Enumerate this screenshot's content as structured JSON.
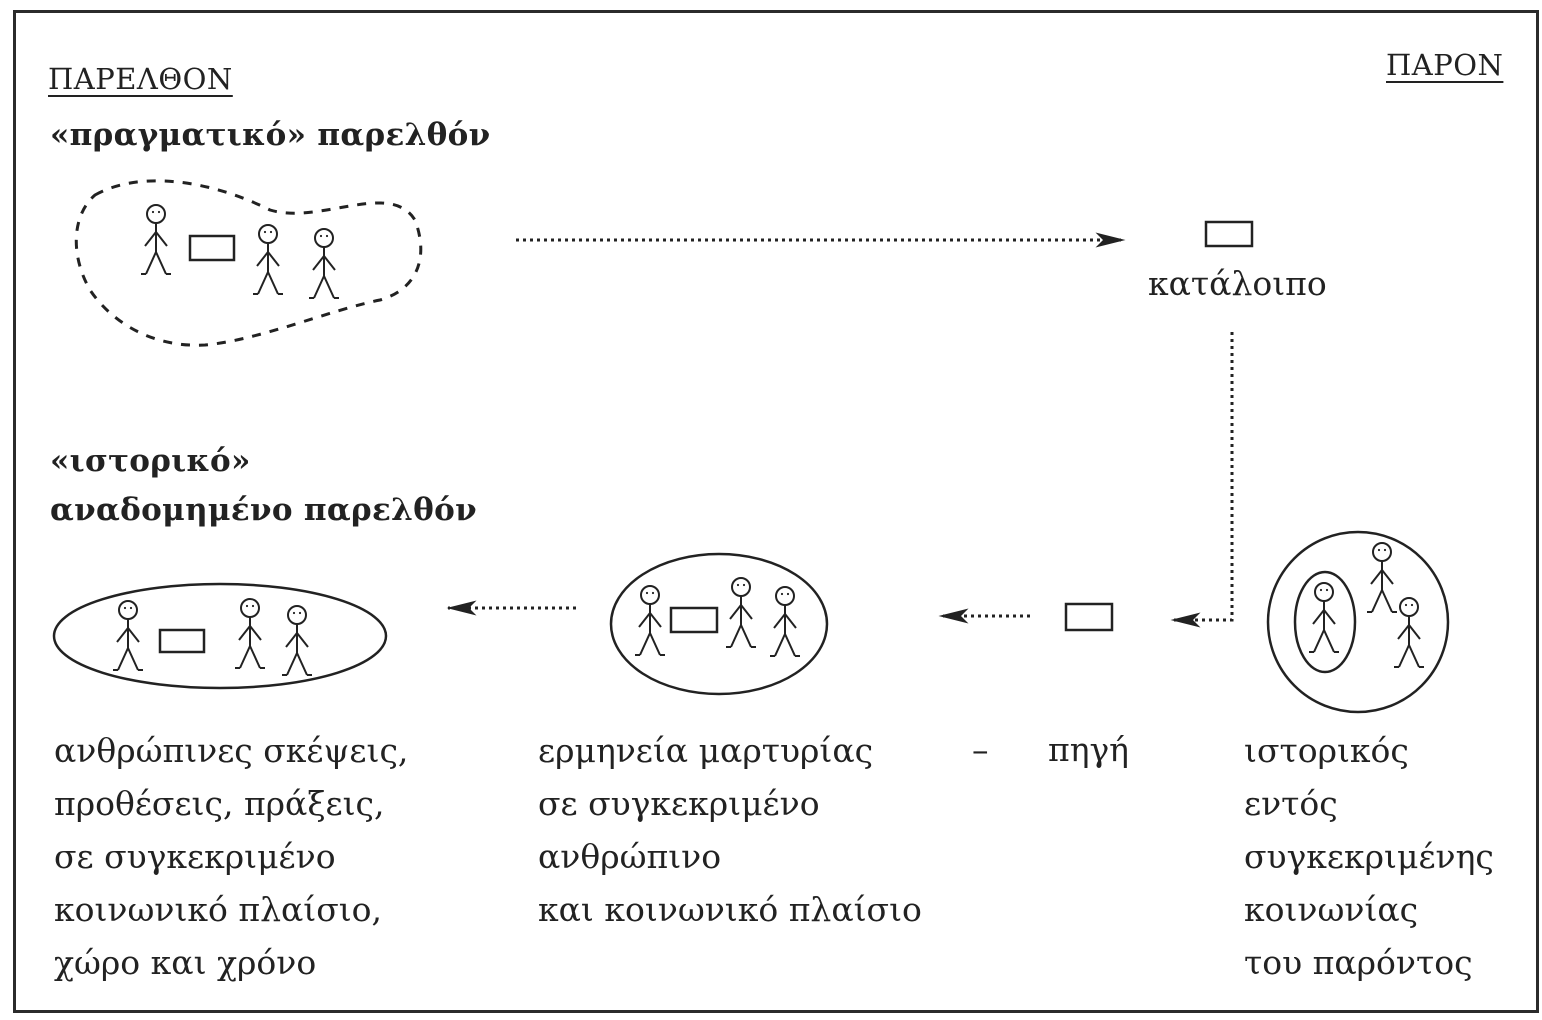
{
  "headings": {
    "past": "ΠΑΡΕΛΘΟΝ",
    "present": "ΠΑΡΟΝ"
  },
  "labels": {
    "real_past": "«πραγματικό» παρελθόν",
    "historical_past_line1": "«ιστορικό»",
    "historical_past_line2": "αναδομημένο παρελθόν",
    "remnant": "κατάλοιπο",
    "dash": "–",
    "source": "πηγή"
  },
  "captions": {
    "past_context": [
      "ανθρώπινες σκέψεις,",
      "προθέσεις, πράξεις,",
      "σε συγκεκριμένο",
      "κοινωνικό πλαίσιο,",
      "χώρο και χρόνο"
    ],
    "interpretation": [
      "ερμηνεία μαρτυρίας",
      "σε συγκεκριμένο",
      "ανθρώπινο",
      "και κοινωνικό πλαίσιο"
    ],
    "historian": [
      "ιστορικός",
      "εντός",
      "συγκεκριμένης",
      "κοινωνίας",
      "του παρόντος"
    ]
  }
}
